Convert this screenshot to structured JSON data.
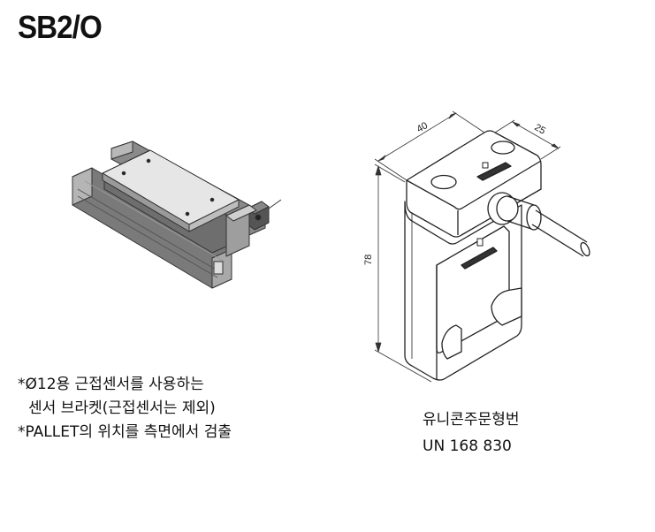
{
  "title": "SB2/O",
  "notes": [
    "*Ø12용 근접센서를 사용하는",
    " 센서 브라켓(근접센서는 제외)",
    "*PALLET의 위치를 측면에서 검출"
  ],
  "part": {
    "label": "유니콘주문형번",
    "number": "UN 168 830"
  },
  "dimensions": {
    "width": "40",
    "depth": "25",
    "height": "78"
  }
}
